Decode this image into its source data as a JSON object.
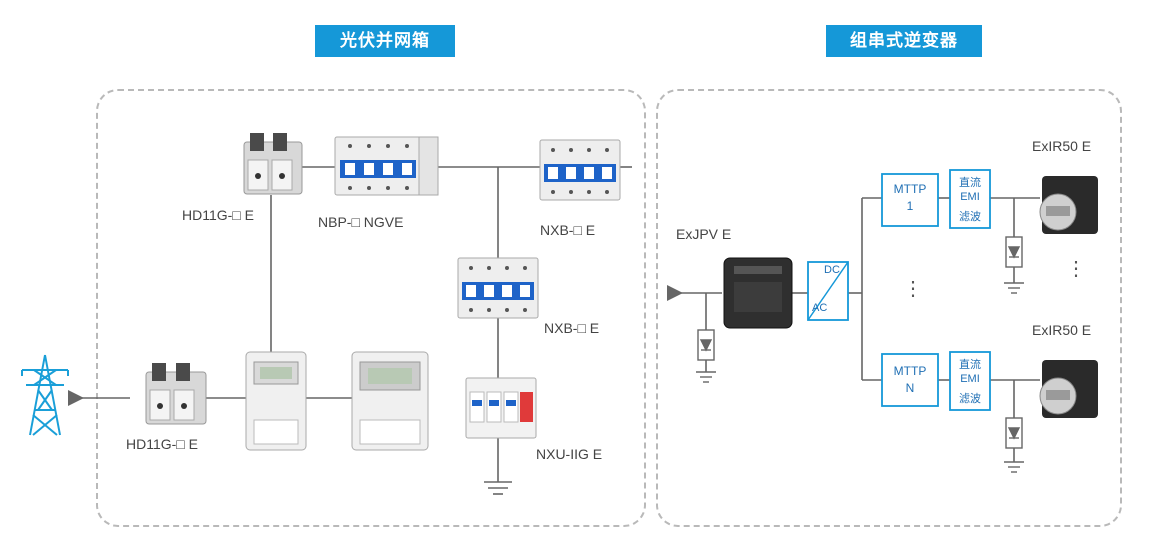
{
  "titles": {
    "left": "光伏并网箱",
    "right": "组串式逆变器"
  },
  "left_panel": {
    "breaker_top_label": "HD11G-□ E",
    "spd_module_label": "NBP-□ NGVE",
    "mcb_top_label": "NXB-□ E",
    "mcb_mid_label": "NXB-□ E",
    "surge_label": "NXU-IIG E",
    "breaker_bottom_label": "HD11G-□ E"
  },
  "right_panel": {
    "inverter_label": "ExJPV E",
    "dc_label": "DC",
    "ac_label": "AC",
    "mppt_top_line1": "MTTP",
    "mppt_top_line2": "1",
    "mppt_bottom_line1": "MTTP",
    "mppt_bottom_line2": "N",
    "filter_line1": "直流",
    "filter_line2": "EMI",
    "filter_line3": "滤波",
    "isolator_top_label": "ExIR50 E",
    "isolator_bottom_label": "ExIR50 E",
    "dots_vertical": "⋮"
  },
  "colors": {
    "accent": "#1598d8",
    "line": "#666666",
    "dashed_border": "#b9b9b9",
    "tower": "#1a9fd8"
  }
}
